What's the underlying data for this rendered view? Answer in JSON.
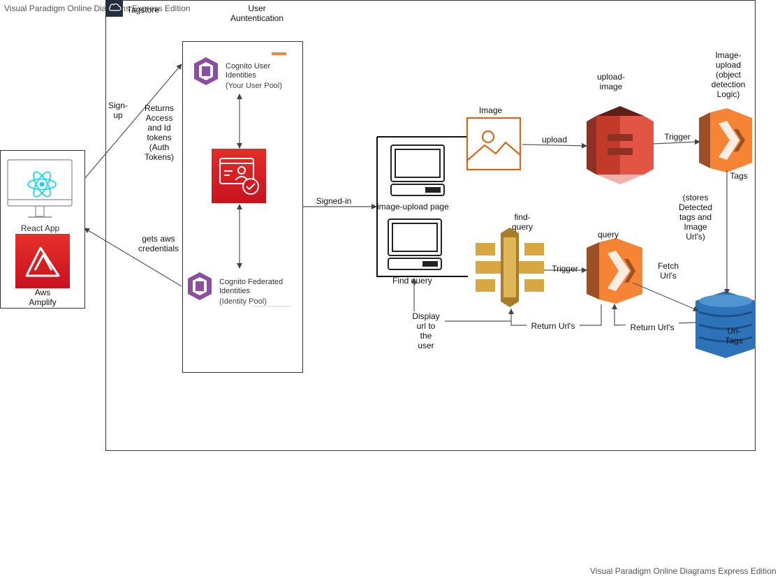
{
  "watermark_top": "Visual Paradigm Online Diagrams Express Edition",
  "watermark_bottom": "Visual Paradigm Online Diagrams Express Edition",
  "group_title": "Tagstore",
  "auth_title": "User\nAuntentication",
  "react_app": {
    "label": "React App"
  },
  "amplify": {
    "label": "Aws\nAmplify"
  },
  "cognito_user": {
    "title": "Cognito User\nIdentities",
    "sub": "(Your User Pool)"
  },
  "cognito_federated": {
    "title": "Cognito Federated\nIdentities",
    "sub": "(Identity Pool)"
  },
  "edges": {
    "sign_up": "Sign-\nup",
    "returns_tokens": "Returns\nAccess\nand Id\ntokens\n(Auth\nTokens)",
    "gets_credentials": "gets aws\ncredentials",
    "signed_in": "Signed-in",
    "upload": "upload",
    "trigger_1": "Trigger",
    "tags": "Tags",
    "stores": "(stores\nDetected\ntags and\nImage\nUrl's)",
    "trigger_2": "Trigger",
    "fetch": "Fetch\nUrl's",
    "return_1": "Return Url's",
    "return_2": "Return Url's",
    "display": "Display\nurl to\nthe\nuser"
  },
  "nodes": {
    "image": "Image",
    "upload_image": "upload-\nimage",
    "image_upload_lambda": "Image-\nupload\n(object\ndetection\nLogic)",
    "image_upload_page": "image-upload page",
    "find_query_page": "Find query",
    "find_query_api": "find-\nquery",
    "query_lambda": "query",
    "url_tags_db": "Url-\nTags"
  },
  "colors": {
    "cognito": "#8c4fa0",
    "security_red": "#d8141e",
    "s3_red": "#e25444",
    "lambda_orange": "#f58534",
    "appsync_gold": "#d9a741",
    "dynamo_blue": "#2e73b8",
    "image_orange": "#d86613",
    "react_cyan": "#00d8ff"
  }
}
